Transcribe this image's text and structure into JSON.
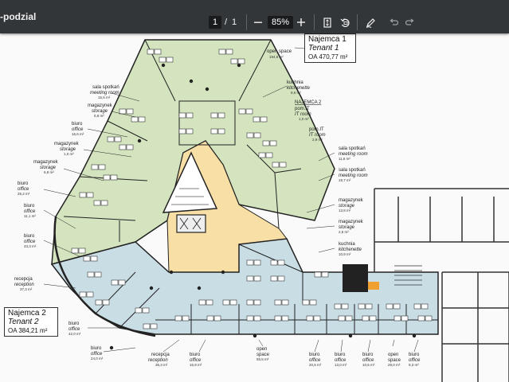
{
  "toolbar": {
    "title": "-podzial",
    "page_current": "1",
    "page_separator": "/",
    "page_total": "1",
    "zoom_out_icon": "minus-icon",
    "zoom_in_icon": "plus-icon",
    "zoom_level": "85%",
    "fit_icon": "fit-page-icon",
    "rotate_icon": "rotate-icon",
    "annotate_icon": "pen-icon",
    "undo_icon": "undo-icon",
    "redo_icon": "redo-icon"
  },
  "tenants": [
    {
      "name": "Najemca 1",
      "name_en": "Tenant 1",
      "area": "OA 470,77 m²"
    },
    {
      "name": "Najemca 2",
      "name_en": "Tenant 2",
      "area": "OA 384,21 m²"
    }
  ],
  "najemca2_small": "NAJEMCA 2",
  "rooms": {
    "open_space_top": {
      "pl": "open space",
      "area": "194,6 m²"
    },
    "sala_spotkan_left": {
      "pl": "sala spotkań",
      "en": "meeting room",
      "area": "15,5 m²"
    },
    "magazynek_1": {
      "pl": "magazynek",
      "en": "storage",
      "area": "5,8 m²"
    },
    "biuro_1": {
      "pl": "biuro",
      "en": "office",
      "area": "16,6 m²"
    },
    "magazynek_2": {
      "pl": "magazynek",
      "en": "storage",
      "area": "1,0 m²"
    },
    "magazynek_3": {
      "pl": "magazynek",
      "en": "storage",
      "area": "6,8 m²"
    },
    "biuro_2": {
      "pl": "biuro",
      "en": "office",
      "area": "25,2 m²"
    },
    "biuro_3": {
      "pl": "biuro",
      "en": "office",
      "area": "11,1 m²"
    },
    "biuro_4": {
      "pl": "biuro",
      "en": "office",
      "area": "43,3 m²"
    },
    "recepcja_left": {
      "pl": "recepcja",
      "en": "reception",
      "area": "37,3 m²"
    },
    "kuchnia_top": {
      "pl": "kuchnia",
      "en": "kitchenette",
      "area": "9,6 m²"
    },
    "pom_it_1": {
      "pl": "pom.IT",
      "en": "IT room",
      "area": "1,0 m²"
    },
    "pom_it_2": {
      "pl": "pom.IT",
      "en": "IT room",
      "area": "2,9 m²"
    },
    "sala_spotkan_r1": {
      "pl": "sala spotkań",
      "en": "meeting room",
      "area": "11,8 m²"
    },
    "sala_spotkan_r2": {
      "pl": "sala spotkań",
      "en": "meeting room",
      "area": "19,7 m²"
    },
    "magazynek_r1": {
      "pl": "magazynek",
      "en": "storage",
      "area": "13,8 m²"
    },
    "magazynek_r2": {
      "pl": "magazynek",
      "en": "storage",
      "area": "2,5 m²"
    },
    "kuchnia_r": {
      "pl": "kuchnia",
      "en": "kitchenette",
      "area": "10,9 m²"
    },
    "biuro_b1": {
      "pl": "biuro",
      "en": "office",
      "area": "42,0 m²"
    },
    "biuro_b2": {
      "pl": "biuro",
      "en": "office",
      "area": "24,0 m²"
    },
    "recepcja_b": {
      "pl": "recepcja",
      "en": "reception",
      "area": "36,3 m²"
    },
    "biuro_b3": {
      "pl": "biuro",
      "en": "office",
      "area": "16,9 m²"
    },
    "open_space_b1": {
      "pl": "open",
      "pl2": "space",
      "area": "55,5 m²"
    },
    "biuro_b4": {
      "pl": "biuro",
      "en": "office",
      "area": "20,5 m²"
    },
    "biuro_b5": {
      "pl": "biuro",
      "en": "office",
      "area": "13,0 m²"
    },
    "biuro_b6": {
      "pl": "biuro",
      "en": "office",
      "area": "10,6 m²"
    },
    "open_space_b2": {
      "pl": "open",
      "pl2": "space",
      "area": "29,0 m²"
    },
    "biuro_b7": {
      "pl": "biuro",
      "en": "office",
      "area": "9,3 m²"
    }
  },
  "colors": {
    "toolbar": "#323639",
    "tenant1_fill": "#d3e4be",
    "tenant2_fill": "#c9dde5",
    "core_fill": "#f7dfa5"
  }
}
